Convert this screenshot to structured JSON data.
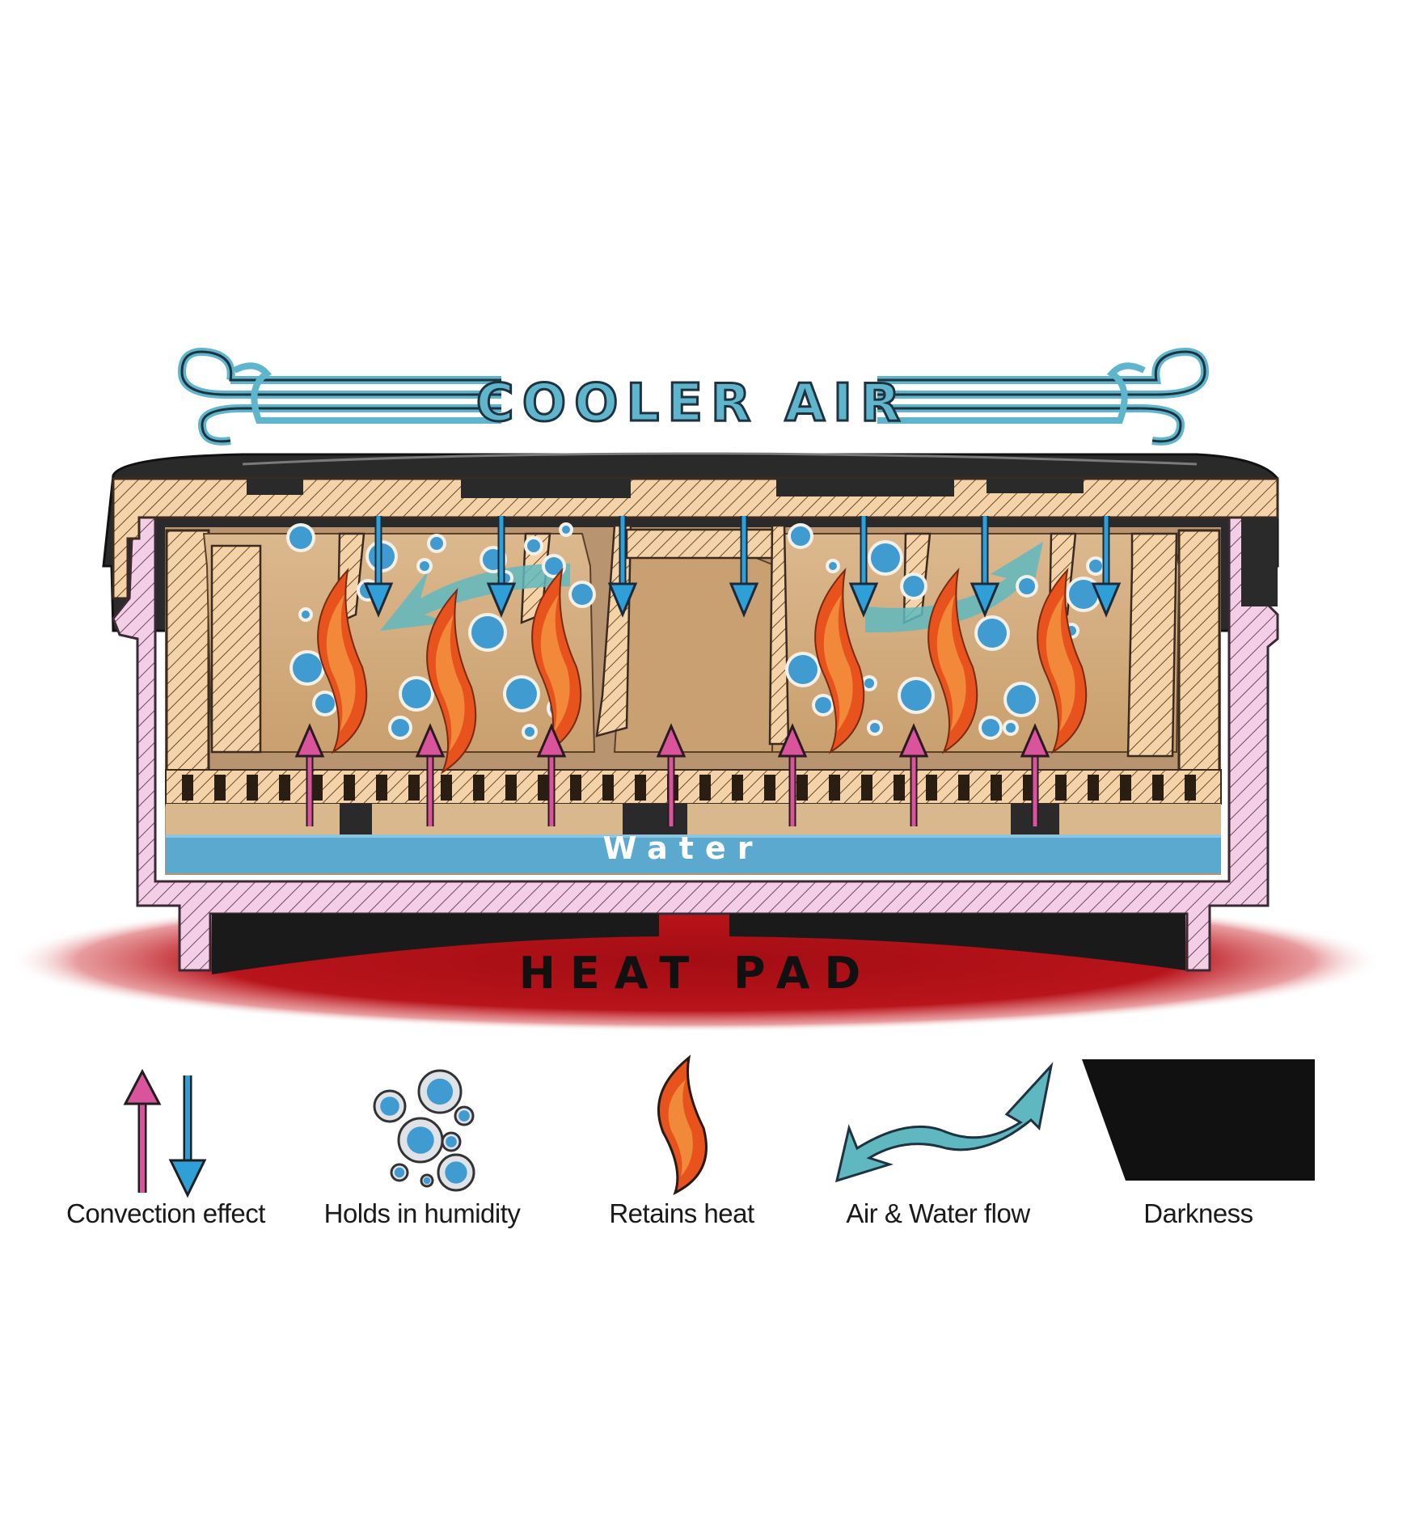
{
  "labels": {
    "cooler_air": "COOLER AIR",
    "water": "Water",
    "heat_pad": "HEAT PAD"
  },
  "legend": [
    {
      "label": "Convection effect",
      "icon": "convection-arrows-icon"
    },
    {
      "label": "Holds in humidity",
      "icon": "humidity-bubbles-icon"
    },
    {
      "label": "Retains heat",
      "icon": "heat-flame-icon"
    },
    {
      "label": "Air & Water flow",
      "icon": "flow-double-arrow-icon"
    },
    {
      "label": "Darkness",
      "icon": "darkness-block-icon"
    }
  ],
  "colors": {
    "cooler_air": "#5fb6cc",
    "down_arrow": "#2f9fd8",
    "up_arrow": "#d9549a",
    "flame": "#e8521c",
    "flow": "#5fb8c0",
    "water": "#5ba9cf",
    "heat_pad": "#b01018",
    "shell": "#f2c7e3",
    "insert": "#d9b48a",
    "darkness": "#111111"
  }
}
